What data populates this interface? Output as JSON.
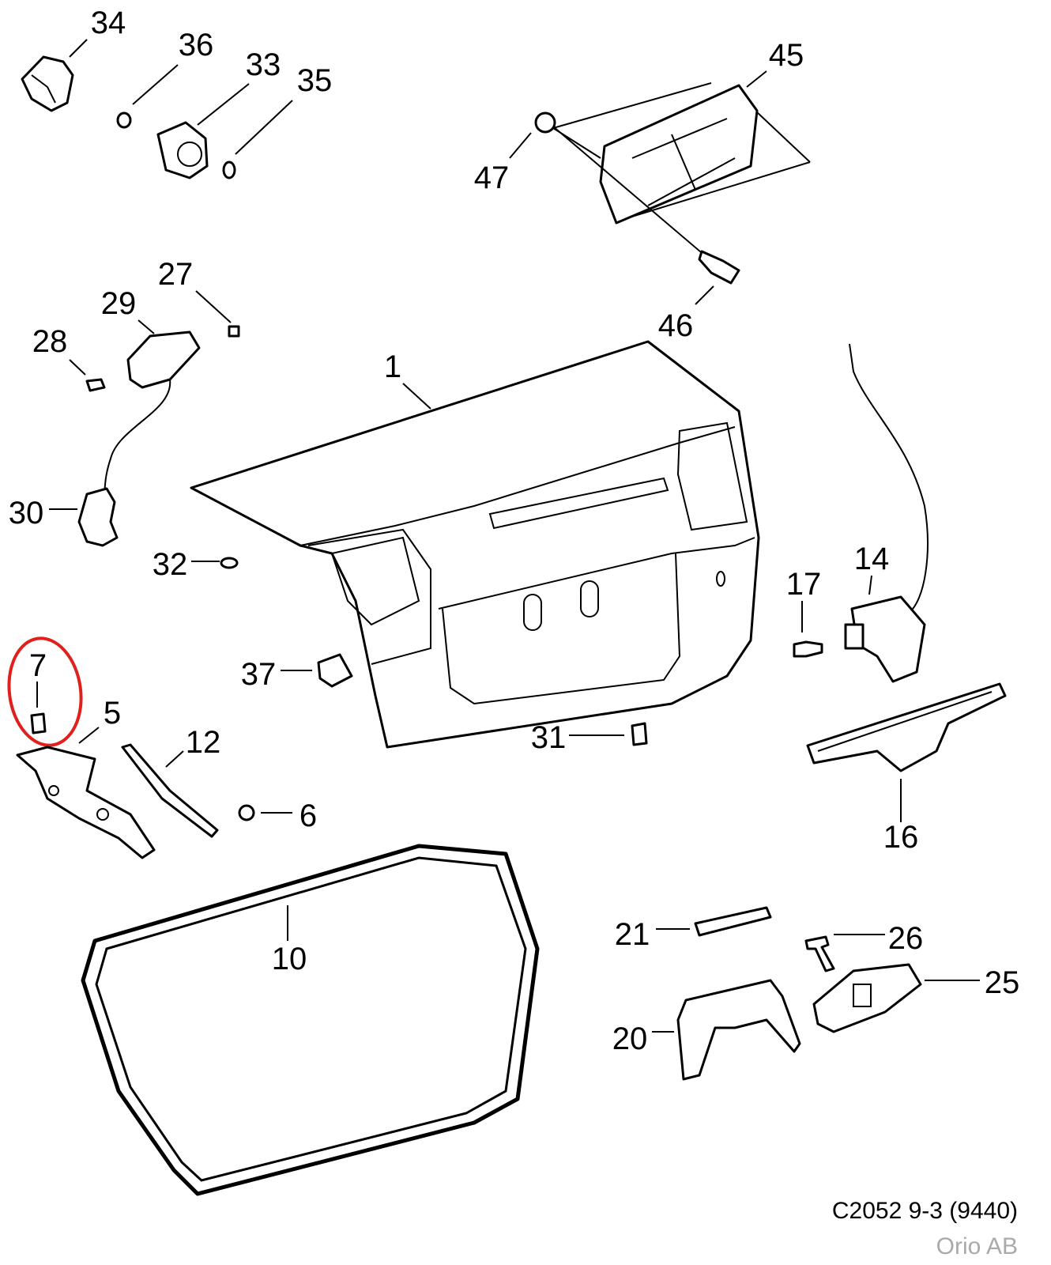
{
  "diagram": {
    "callouts": [
      "34",
      "36",
      "33",
      "35",
      "45",
      "47",
      "27",
      "29",
      "28",
      "46",
      "1",
      "30",
      "32",
      "14",
      "17",
      "7",
      "37",
      "5",
      "12",
      "31",
      "6",
      "16",
      "10",
      "21",
      "26",
      "25",
      "20"
    ],
    "highlighted_callout": "7",
    "highlight_color": "#e0201c"
  },
  "footer": {
    "diagram_code": "C2052 9-3 (9440)",
    "copyright": "Orio AB"
  }
}
